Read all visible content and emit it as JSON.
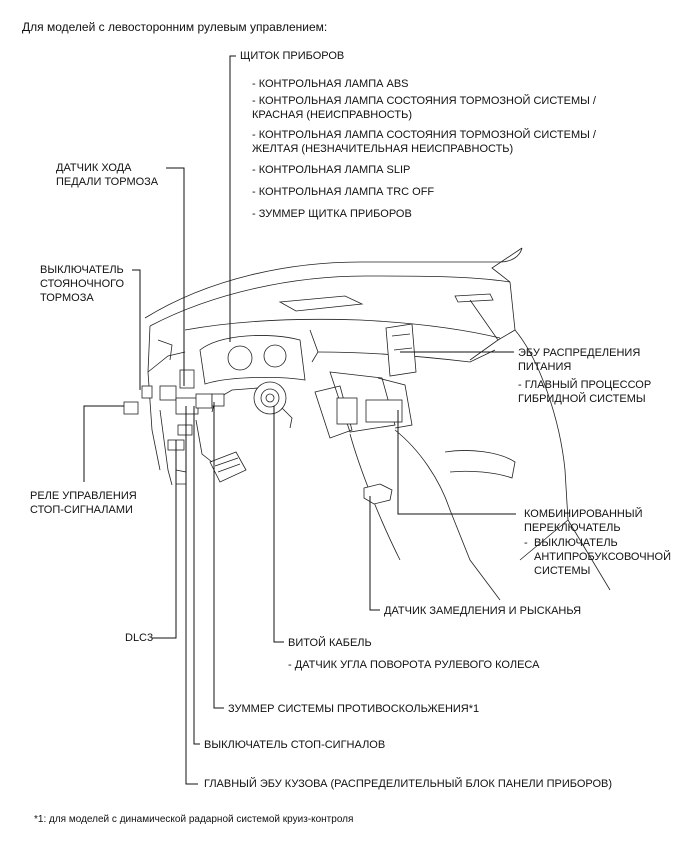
{
  "header": "Для моделей с левосторонним рулевым управлением:",
  "callouts": {
    "cluster": {
      "title": "ЩИТОК ПРИБОРОВ",
      "items": [
        "- КОНТРОЛЬНАЯ ЛАМПА ABS",
        "- КОНТРОЛЬНАЯ ЛАМПА СОСТОЯНИЯ ТОРМОЗНОЙ СИСТЕМЫ /",
        "КРАСНАЯ (НЕИСПРАВНОСТЬ)",
        "- КОНТРОЛЬНАЯ ЛАМПА СОСТОЯНИЯ ТОРМОЗНОЙ СИСТЕМЫ /",
        "ЖЕЛТАЯ (НЕЗНАЧИТЕЛЬНАЯ НЕИСПРАВНОСТЬ)",
        "- КОНТРОЛЬНАЯ ЛАМПА SLIP",
        "- КОНТРОЛЬНАЯ ЛАМПА TRC OFF",
        "- ЗУММЕР ЩИТКА ПРИБОРОВ"
      ]
    },
    "pedal_sensor": [
      "ДАТЧИК ХОДА",
      "ПЕДАЛИ ТОРМОЗА"
    ],
    "parking_switch": [
      "ВЫКЛЮЧАТЕЛЬ",
      "СТОЯНОЧНОГО",
      "ТОРМОЗА"
    ],
    "stop_relay": [
      "РЕЛЕ УПРАВЛЕНИЯ",
      "СТОП-СИГНАЛАМИ"
    ],
    "dlc3": "DLC3",
    "power_ecu": {
      "title": [
        "ЭБУ РАСПРЕДЕЛЕНИЯ",
        "ПИТАНИЯ"
      ],
      "items": [
        "- ГЛАВНЫЙ ПРОЦЕССОР",
        "ГИБРИДНОЙ СИСТЕМЫ"
      ]
    },
    "combo_switch": {
      "title": [
        "КОМБИНИРОВАННЫЙ",
        "ПЕРЕКЛЮЧАТЕЛЬ"
      ],
      "items": [
        "-",
        "ВЫКЛЮЧАТЕЛЬ",
        "АНТИПРОБУКСОВОЧНОЙ",
        "СИСТЕМЫ"
      ]
    },
    "yaw_sensor": "ДАТЧИК ЗАМЕДЛЕНИЯ И РЫСКАНЬЯ",
    "spiral_cable": {
      "title": "ВИТОЙ КАБЕЛЬ",
      "item": "- ДАТЧИК УГЛА ПОВОРОТА РУЛЕВОГО КОЛЕСА"
    },
    "pcs_buzzer": "ЗУММЕР СИСТЕМЫ ПРОТИВОСКОЛЬЖЕНИЯ*1",
    "stop_switch": "ВЫКЛЮЧАТЕЛЬ СТОП-СИГНАЛОВ",
    "body_ecu": "ГЛАВНЫЙ ЭБУ КУЗОВА (РАСПРЕДЕЛИТЕЛЬНЫЙ БЛОК ПАНЕЛИ ПРИБОРОВ)"
  },
  "footnote": "*1: для моделей с динамической радарной системой круиз-контроля"
}
